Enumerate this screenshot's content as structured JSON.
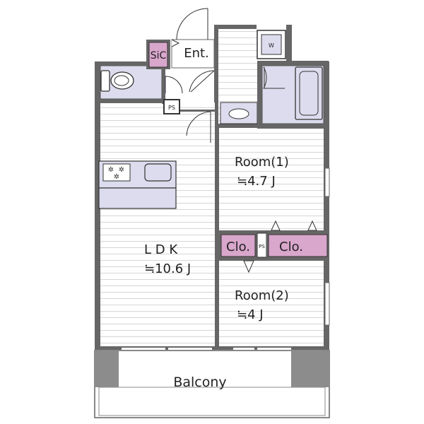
{
  "labels": {
    "sic": "SiC",
    "entrance": "Ent.",
    "washer": "W",
    "ps_top": "PS",
    "room1_name": "Room(1)",
    "room1_size": "≒4.7 J",
    "ldk_name": "L D K",
    "ldk_size": "≒10.6 J",
    "closet_left": "Clo.",
    "ps_mid": "PS",
    "closet_right": "Clo.",
    "room2_name": "Room(2)",
    "room2_size": "≒4 J",
    "balcony": "Balcony"
  },
  "colors": {
    "wall": "#666666",
    "wall_dark": "#8c8c8c",
    "floor_line": "#d8d8d8",
    "storage": "#d9a6cc",
    "fixture": "#dcdcee",
    "outline": "#333333"
  },
  "icons": [
    "toilet-icon",
    "bathtub-icon",
    "washbasin-icon",
    "washer-icon",
    "stove-burner-icon",
    "sink-icon"
  ]
}
